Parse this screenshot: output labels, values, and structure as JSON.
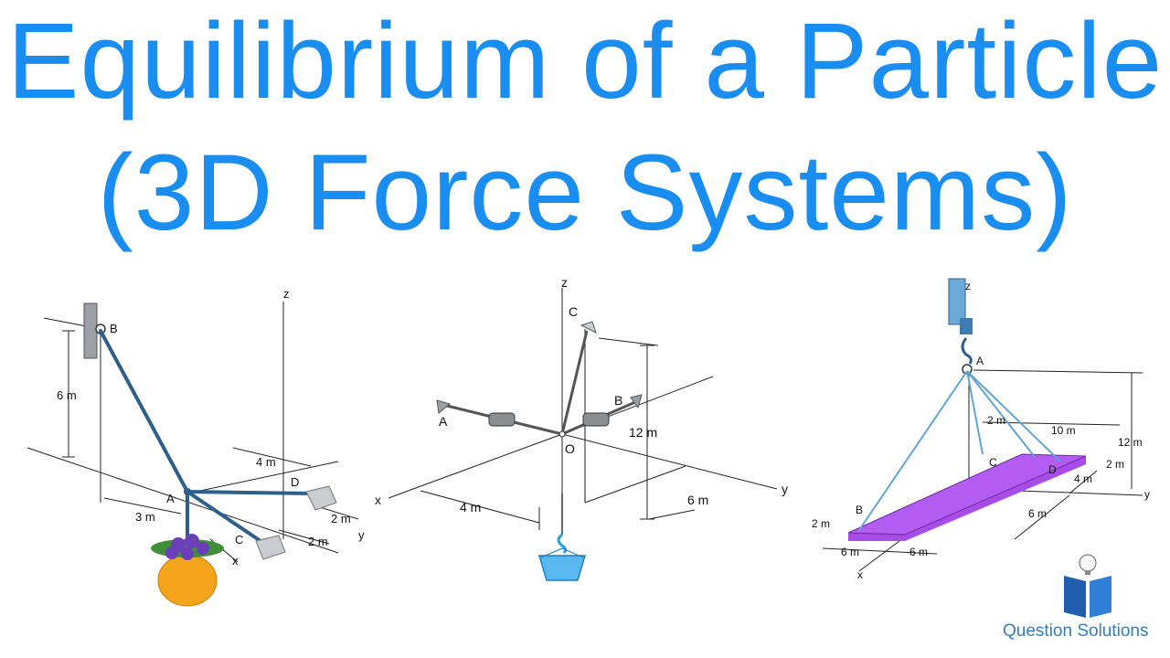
{
  "title": {
    "line1": "Equilibrium of a Particle",
    "line2": "(3D Force Systems)"
  },
  "fig1": {
    "labels": {
      "z": "z",
      "y": "y",
      "x": "x",
      "B": "B",
      "A": "A",
      "C": "C",
      "D": "D"
    },
    "dims": {
      "h6": "6 m",
      "d4": "4 m",
      "d3": "3 m",
      "d2a": "2 m",
      "d2b": "2 m"
    }
  },
  "fig2": {
    "labels": {
      "z": "z",
      "y": "y",
      "x": "x",
      "C": "C",
      "A": "A",
      "B": "B",
      "O": "O"
    },
    "dims": {
      "h12": "12 m",
      "d4": "4 m",
      "d6": "6 m"
    }
  },
  "fig3": {
    "labels": {
      "z": "z",
      "y": "y",
      "x": "x",
      "A": "A",
      "B": "B",
      "C": "C",
      "D": "D"
    },
    "dims": {
      "d2top": "2 m",
      "d10": "10 m",
      "h12": "12 m",
      "d2r": "2 m",
      "d4": "4 m",
      "d6r": "6 m",
      "d2l": "2 m",
      "d6a": "6 m",
      "d6b": "6 m"
    }
  },
  "brand": {
    "name": "Question Solutions"
  },
  "colors": {
    "title": "#1a8ef0",
    "plate": "#b35cf2",
    "cable": "#2c5f8a",
    "brand": "#2f7fc2"
  }
}
